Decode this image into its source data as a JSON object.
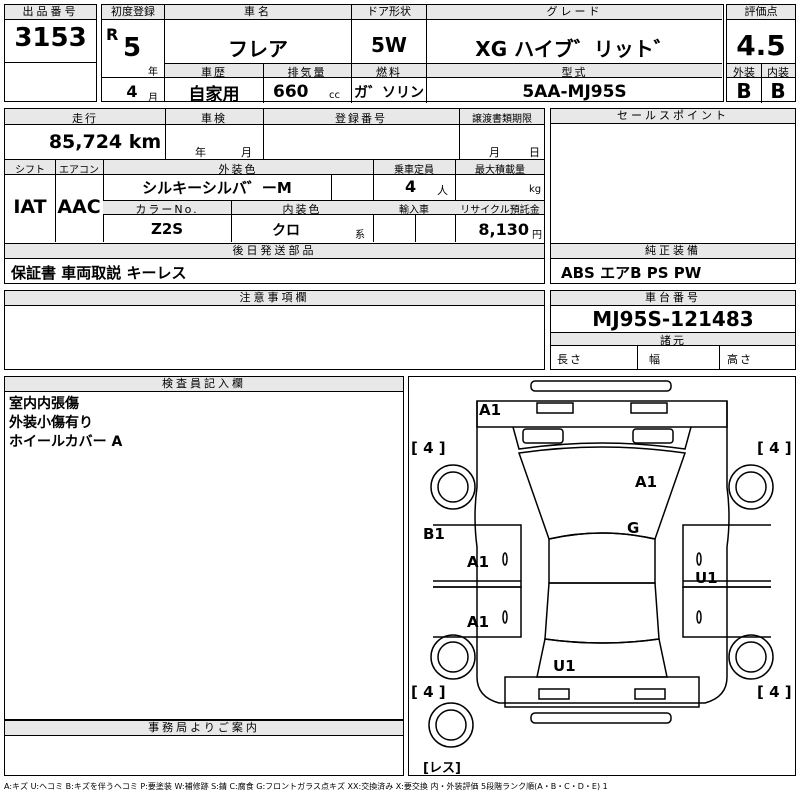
{
  "header": {
    "lot_label": "出品番号",
    "lot_no": "3153",
    "first_reg_label": "初度登録",
    "era": "R",
    "year": "5",
    "year_unit": "年",
    "month": "4",
    "month_unit": "月",
    "car_name_label": "車名",
    "car_name": "フレア",
    "door_label": "ドア形状",
    "door": "5W",
    "grade_label": "グレード",
    "grade": "XG ハイブ゛リット゛",
    "score_label": "評価点",
    "score": "4.5",
    "history_label": "車歴",
    "history": "自家用",
    "displacement_label": "排気量",
    "displacement": "660",
    "displacement_unit": "cc",
    "fuel_label": "燃料",
    "fuel": "ガ゛ソリン",
    "model_label": "型式",
    "model": "5AA-MJ95S",
    "ext_label": "外装",
    "ext_grade": "B",
    "int_label": "内装",
    "int_grade": "B"
  },
  "row2": {
    "mileage_label": "走行",
    "mileage": "85,724 km",
    "inspection_label": "車検",
    "inspection_year_unit": "年",
    "inspection_month_unit": "月",
    "reg_label": "登録番号",
    "transfer_label": "譲渡書類期限",
    "transfer_month_unit": "月",
    "transfer_day_unit": "日",
    "sales_point_label": "セールスポイント"
  },
  "row3": {
    "shift_label": "シフト",
    "shift": "IAT",
    "ac_label": "エアコン",
    "ac": "AAC",
    "ext_color_label": "外装色",
    "ext_color": "シルキーシルバ゛ーM",
    "capacity_label": "乗車定員",
    "capacity": "4",
    "capacity_unit": "人",
    "max_load_label": "最大積載量",
    "max_load_unit": "kg",
    "color_no_label": "カラーNo.",
    "color_no": "Z2S",
    "int_color_label": "内装色",
    "int_color": "クロ",
    "int_color_unit": "系",
    "import_label": "輸入車",
    "recycle_label": "リサイクル預託金",
    "recycle": "8,130",
    "recycle_unit": "円"
  },
  "row4": {
    "later_parts_label": "後日発送部品",
    "later_parts": "保証書 車両取説 キーレス",
    "equipment_label": "純正装備",
    "equipment": "ABS エアB PS PW"
  },
  "row5": {
    "notes_label": "注意事項欄",
    "chassis_label": "車台番号",
    "chassis": "MJ95S-121483",
    "dims_label": "諸元",
    "length_label": "長さ",
    "width_label": "幅",
    "height_label": "高さ"
  },
  "inspector": {
    "label": "検査員記入欄",
    "lines": [
      "室内内張傷",
      "外装小傷有り",
      "ホイールカバー A"
    ]
  },
  "office": {
    "label": "事務局よりご案内"
  },
  "diagram": {
    "tire_fl": "[ 4 ]",
    "tire_fr": "[ 4 ]",
    "tire_rl": "[ 4 ]",
    "tire_rr": "[ 4 ]",
    "spare": "[レス]",
    "marks": {
      "front_left_corner": "A1",
      "hood": "A1",
      "windshield": "G",
      "left_fender": "B1",
      "left_front_door": "A1",
      "left_rear_door": "A1",
      "right_doors": "U1",
      "rear": "U1"
    }
  },
  "footer": {
    "legend": "A:キズ U:ヘコミ B:キズを伴うヘコミ P:要塗装 W:補修跡 S:錆 C:腐食 G:フロントガラス点キズ XX:交換済み X:要交換 内・外装評価 5段階ランク順(A・B・C・D・E) 1"
  }
}
